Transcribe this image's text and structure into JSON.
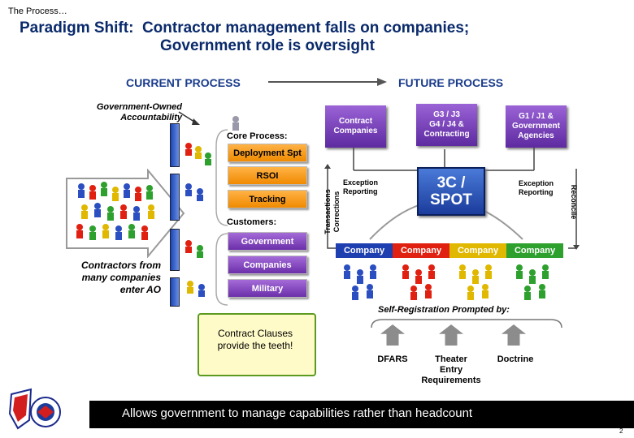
{
  "header": {
    "section": "The Process…",
    "title_line1": "Paradigm Shift:  Contractor management falls on companies;",
    "title_line2": "Government role is oversight"
  },
  "current": {
    "heading": "CURRENT PROCESS",
    "govt_owned": "Government-Owned Accountability",
    "core_process": "Core Process:",
    "core_items": [
      "Deployment Spt",
      "RSOI",
      "Tracking"
    ],
    "customers": "Customers:",
    "customer_items": [
      "Government",
      "Companies",
      "Military"
    ],
    "contractors_text": "Contractors from many companies enter AO"
  },
  "future": {
    "heading": "FUTURE PROCESS",
    "agencies": [
      "Contract\nCompanies",
      "G3 / J3\nG4 / J4 &\nContracting",
      "G1 / J1 &\nGovernment\nAgencies"
    ],
    "spot": "3C /\nSPOT",
    "exception_left": "Exception Reporting",
    "exception_right": "Exception Reporting",
    "transactions": "Transactions Corrections",
    "reconcile": "Reconcile",
    "companies": [
      "Company",
      "Company",
      "Company",
      "Company"
    ],
    "company_colors": [
      "#1e3fb0",
      "#e02010",
      "#e0b800",
      "#2ea02e"
    ],
    "self_reg": "Self-Registration Prompted by:",
    "prompts": [
      "DFARS",
      "Theater\nEntry\nRequirements",
      "Doctrine"
    ]
  },
  "scroll_text": "Contract Clauses\nprovide the teeth!",
  "banner": "Allows government to manage capabilities rather than headcount",
  "page_number": "2"
}
